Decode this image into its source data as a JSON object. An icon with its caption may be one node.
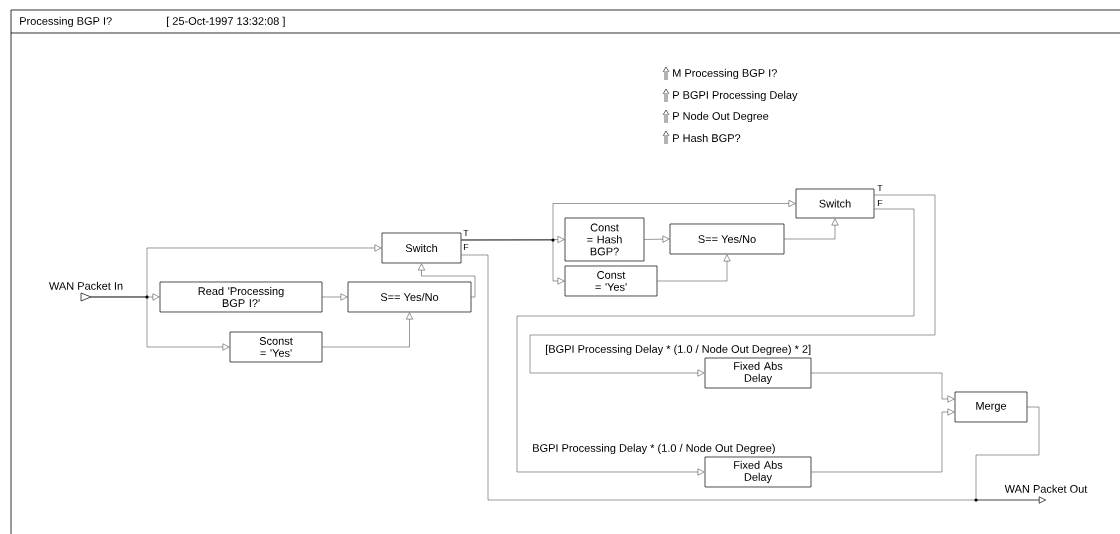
{
  "diagram": {
    "title": "Processing BGP I?",
    "nodes": [
      {
        "text": [
          "WAN Packet In"
        ]
      },
      {
        "text": [
          "Read 'Processing BGP I?'"
        ]
      },
      {
        "text": [
          "S== Yes/No"
        ]
      },
      {
        "text": [
          "Sconst = 'Yes'"
        ]
      },
      {
        "text": [
          "Switch"
        ]
      },
      {
        "text": [
          "Const = Hash BGP?"
        ]
      },
      {
        "text": [
          "S== Yes/No"
        ]
      },
      {
        "text": [
          "Const = 'Yes'"
        ]
      },
      {
        "text": [
          "Switch"
        ]
      },
      {
        "text": [
          "Fixed Abs Delay"
        ],
        "beside": [
          "[BGPI Processing Delay * (1.0 / Node Out Degree) * 2]"
        ]
      },
      {
        "text": [
          "Fixed Abs Delay"
        ],
        "beside": [
          "BGPI Processing Delay * (1.0 / Node Out Degree)"
        ]
      },
      {
        "text": [
          "Merge"
        ]
      },
      {
        "text": [
          "WAN Packet Out"
        ]
      }
    ],
    "edges": [
      {
        "from": 0,
        "to": 1,
        "arrow": "to"
      },
      {
        "from": 0,
        "to": 4,
        "arrow": "to"
      },
      {
        "from": 0,
        "to": 3,
        "arrow": "to"
      },
      {
        "from": 1,
        "to": 2,
        "arrow": "to"
      },
      {
        "from": 3,
        "to": 2,
        "arrow": "to"
      },
      {
        "from": 2,
        "to": 4,
        "arrow": "to"
      },
      {
        "from": 4,
        "to": 8,
        "arrow": "to"
      },
      {
        "from": 4,
        "to": 5,
        "arrow": "to"
      },
      {
        "from": 4,
        "to": 7,
        "arrow": "to"
      },
      {
        "from": 4,
        "to": 12,
        "arrow": "to"
      },
      {
        "from": 5,
        "to": 6,
        "arrow": "to"
      },
      {
        "from": 7,
        "to": 6,
        "arrow": "to"
      },
      {
        "from": 6,
        "to": 8,
        "arrow": "to"
      },
      {
        "from": 8,
        "to": 9,
        "arrow": "to"
      },
      {
        "from": 8,
        "to": 10,
        "arrow": "to"
      },
      {
        "from": 9,
        "to": 11,
        "arrow": "to"
      },
      {
        "from": 10,
        "to": 11,
        "arrow": "to"
      },
      {
        "from": 11,
        "to": 12,
        "arrow": "to"
      }
    ],
    "labels": [
      "[ 25-Oct-1997 13:32:08 ]",
      "M Processing BGP I?",
      "P BGPI Processing Delay",
      "P Node Out Degree",
      "P Hash BGP?",
      "T",
      "F",
      "T",
      "F"
    ]
  }
}
